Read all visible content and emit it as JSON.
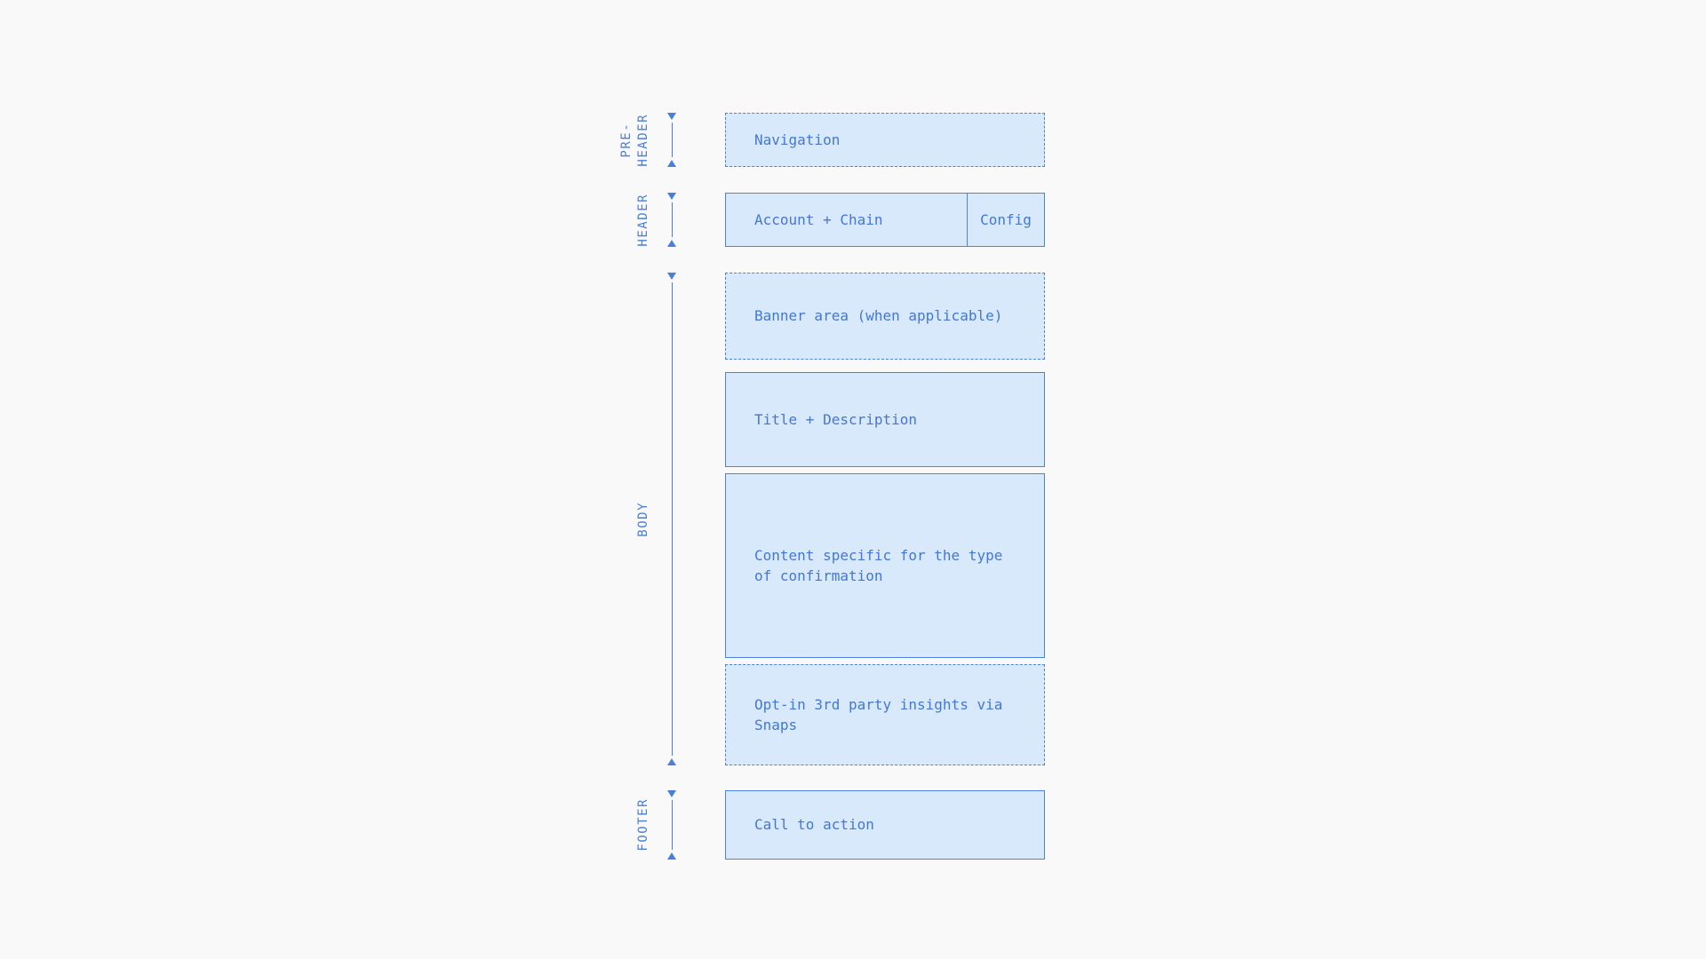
{
  "palette": {
    "background": "#f9f9f9",
    "box_fill": "#d7e9fa",
    "box_border": "#4d82e2",
    "text": "#4577d6",
    "accent": "#4a7ed9"
  },
  "sections": [
    {
      "id": "pre-header",
      "label": "PRE-\nHEADER"
    },
    {
      "id": "header",
      "label": "HEADER"
    },
    {
      "id": "body",
      "label": "BODY"
    },
    {
      "id": "footer",
      "label": "FOOTER"
    }
  ],
  "boxes": {
    "navigation": "Navigation",
    "account_chain": "Account + Chain",
    "config": "Config",
    "banner": "Banner area (when applicable)",
    "title_description": "Title + Description",
    "content": "Content specific for the type of confirmation",
    "optin": "Opt-in 3rd party insights via Snaps",
    "cta": "Call to action"
  }
}
